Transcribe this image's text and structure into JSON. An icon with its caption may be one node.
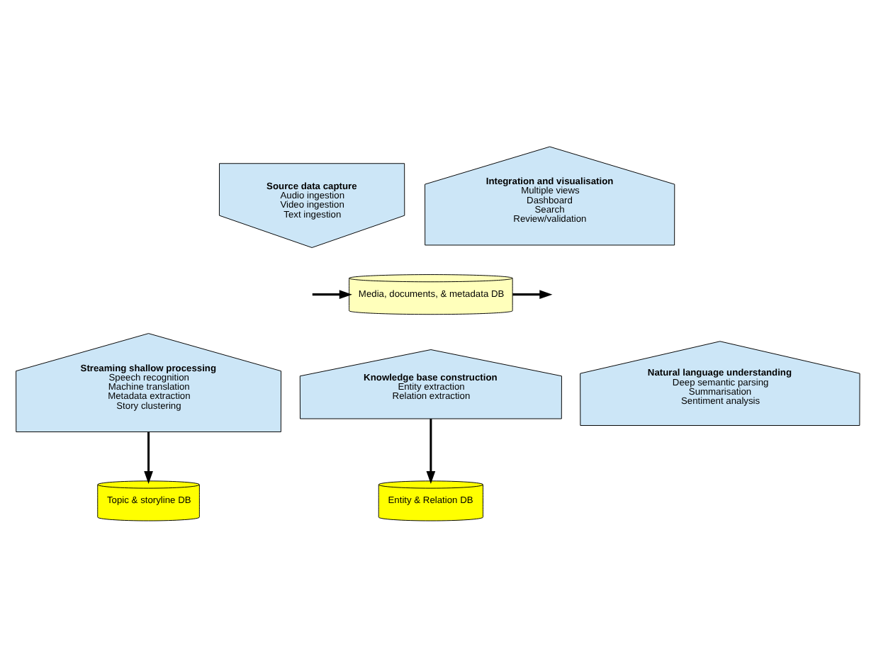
{
  "diagram": {
    "nodes": [
      {
        "text": [
          "Source data capture",
          "Audio ingestion",
          "Video ingestion",
          "Text ingestion"
        ]
      },
      {
        "text": [
          "Media, documents, & metadata DB"
        ]
      },
      {
        "text": [
          "Integration and visualisation",
          "Multiple views",
          "Dashboard",
          "Search",
          "Review/validation"
        ]
      },
      {
        "text": [
          "Streaming shallow processing",
          "Speech recognition",
          "Machine translation",
          "Metadata extraction",
          "Story clustering"
        ]
      },
      {
        "text": [
          "Knowledge base construction",
          "Entity extraction",
          "Relation extraction"
        ]
      },
      {
        "text": [
          "Natural language understanding",
          "Deep semantic parsing",
          "Summarisation",
          "Sentiment analysis"
        ]
      },
      {
        "text": [
          "Topic & storyline DB"
        ]
      },
      {
        "text": [
          "Entity & Relation DB"
        ]
      }
    ],
    "edges": [
      {
        "from": 1,
        "to": null,
        "arrow": "to"
      },
      {
        "from": null,
        "to": 1,
        "arrow": "to"
      },
      {
        "from": 3,
        "to": 6,
        "arrow": "to"
      },
      {
        "from": 4,
        "to": 7,
        "arrow": "to"
      }
    ]
  }
}
